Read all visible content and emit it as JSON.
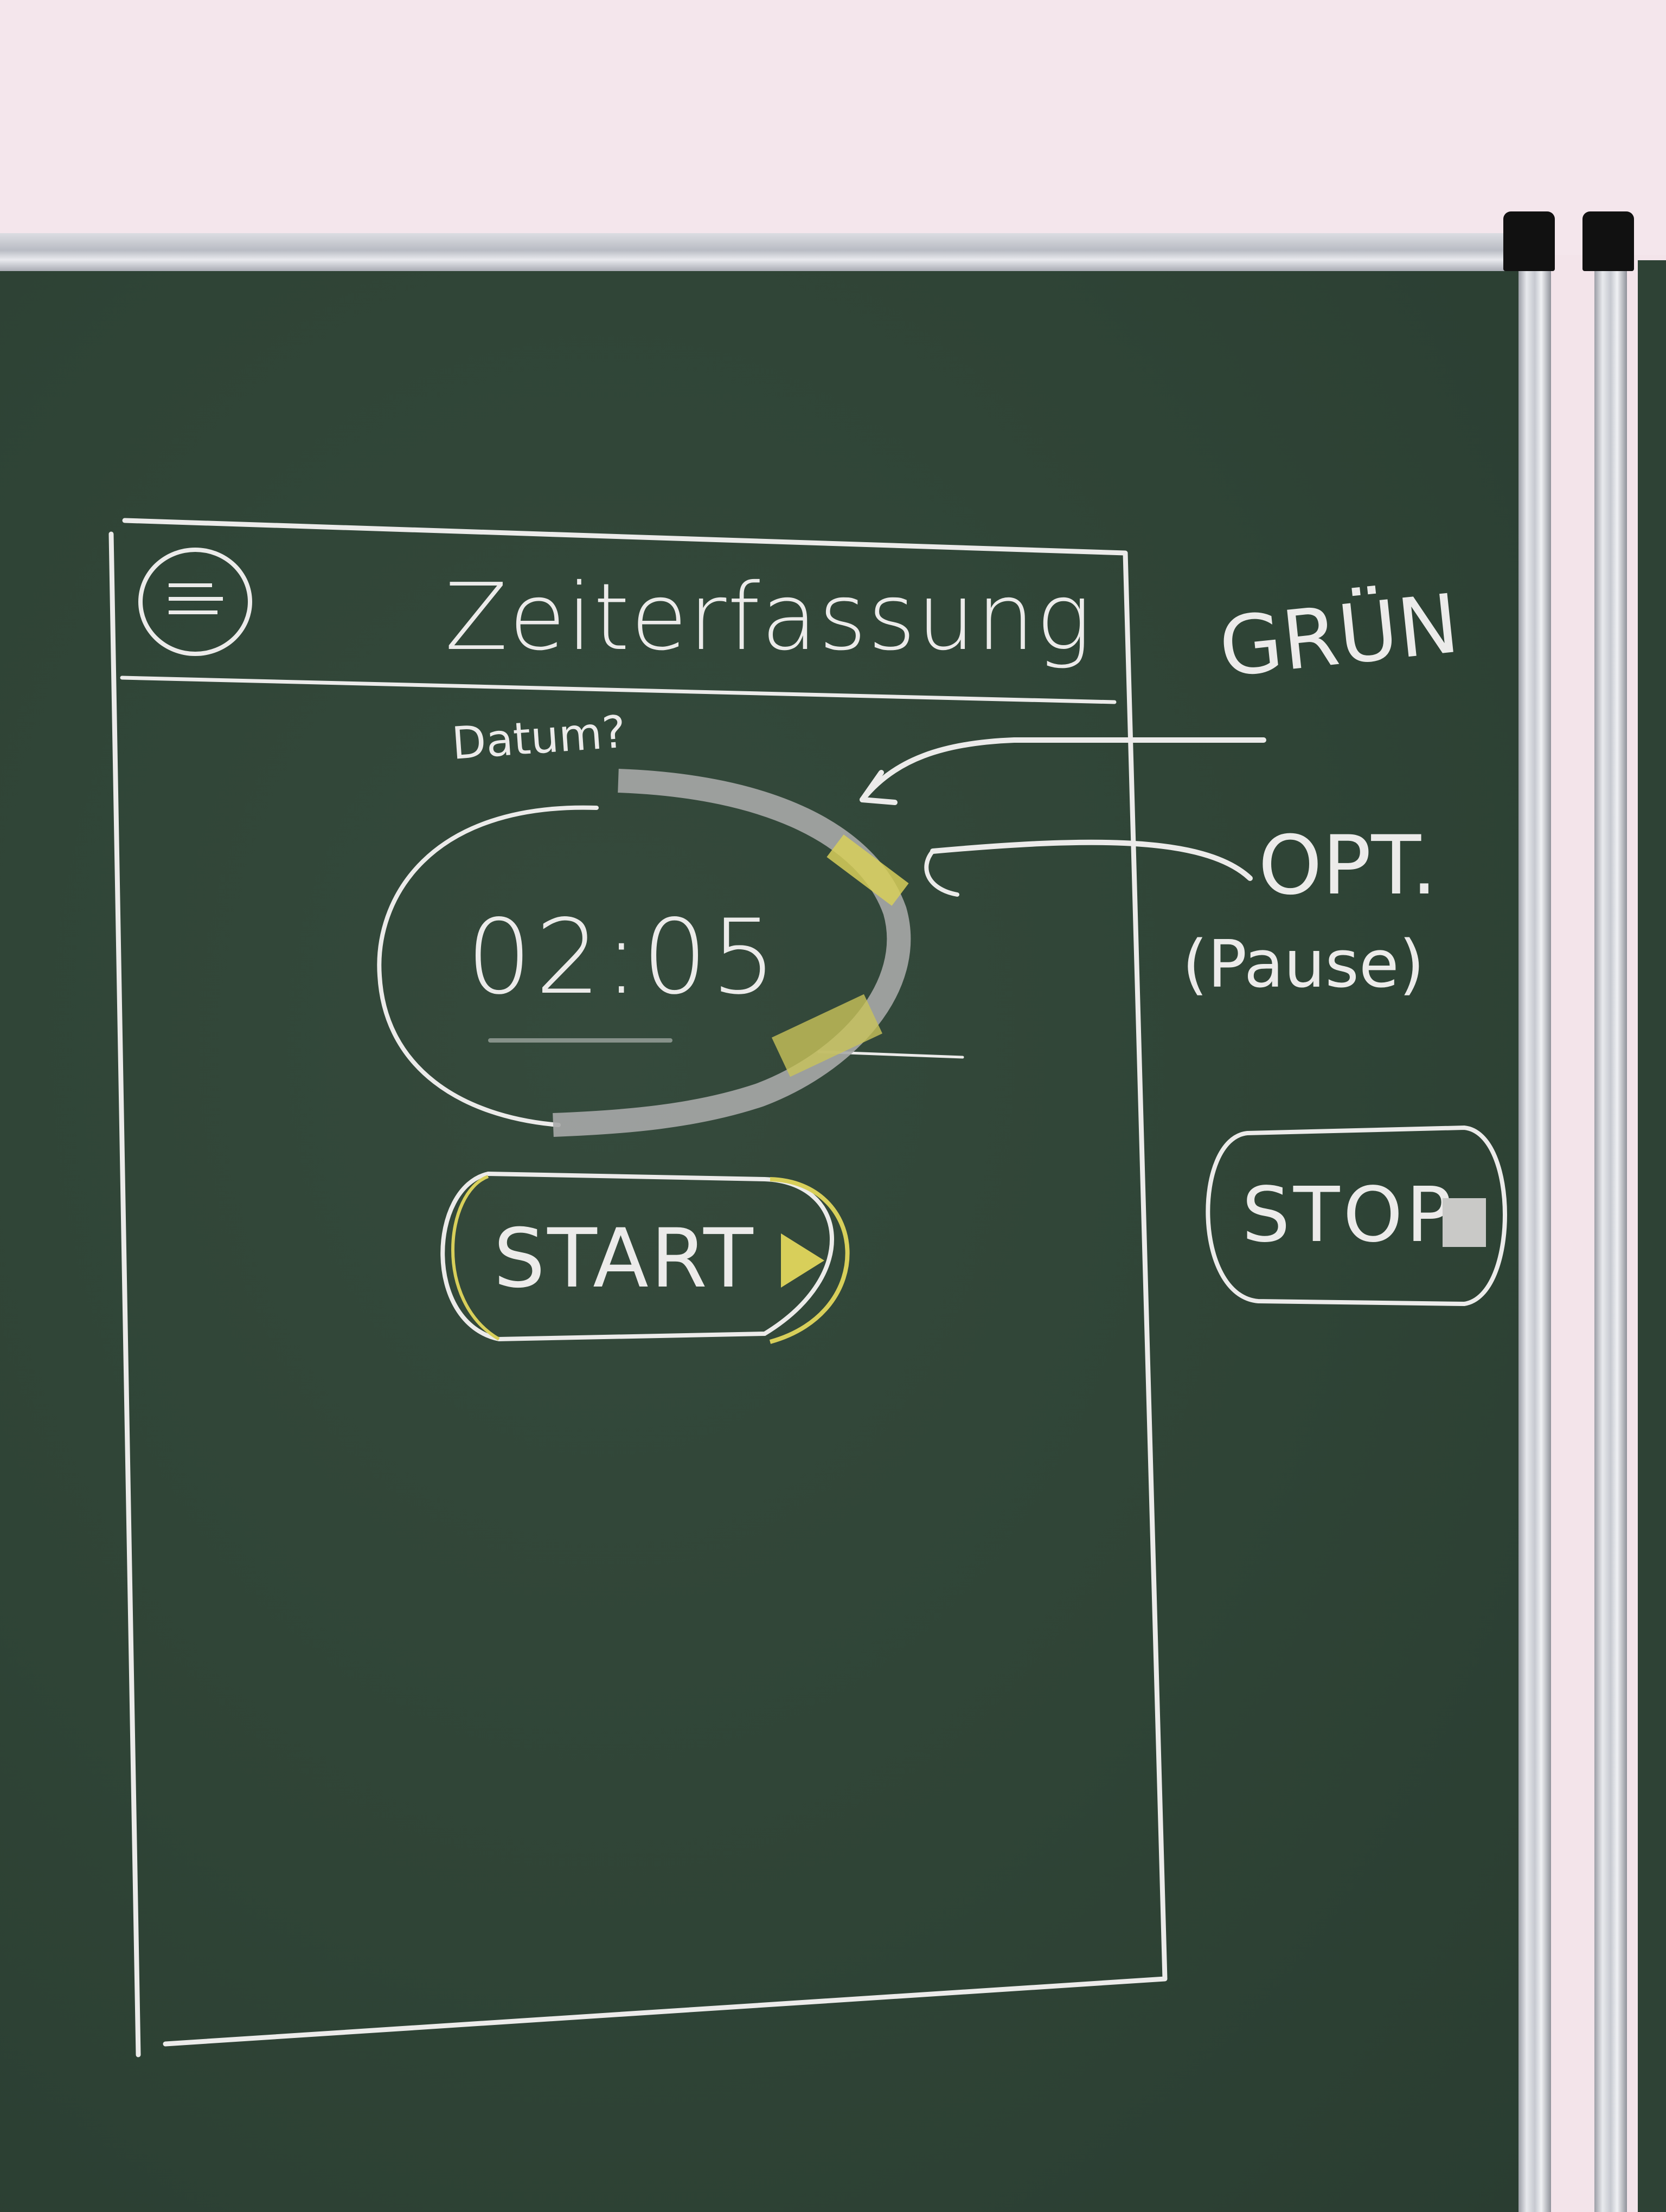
{
  "app": {
    "title": "Zeiterfassung",
    "date_hint": "Datum?"
  },
  "timer": {
    "display": "02:05"
  },
  "buttons": {
    "start_label": "START",
    "stop_label": "STOP"
  },
  "annotations": {
    "green": "GRÜN",
    "optional": "OPT.",
    "pause": "(Pause)"
  },
  "colors": {
    "board": "#2f4436",
    "chalk": "#ecebea",
    "yellow_chalk": "#d8cf5a",
    "grey_chalk": "#a8aaa8"
  },
  "icons": {
    "menu": "hamburger-icon",
    "play": "play-icon",
    "stop": "stop-icon"
  }
}
